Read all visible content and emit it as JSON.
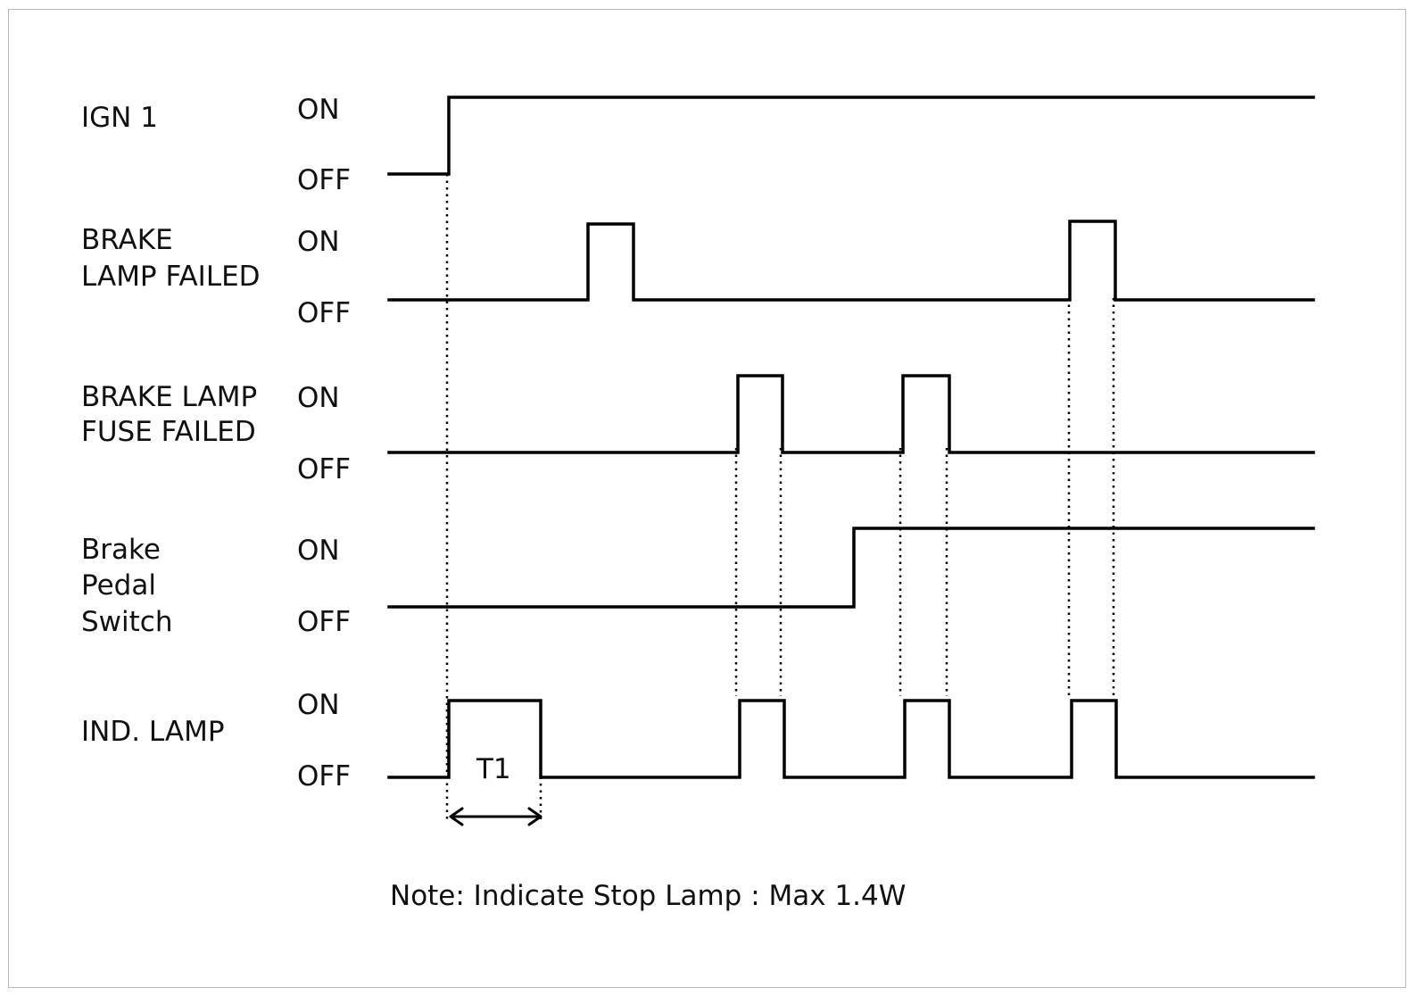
{
  "signals": [
    {
      "label_lines": [
        "IGN 1"
      ],
      "on_label": "ON",
      "off_label": "OFF"
    },
    {
      "label_lines": [
        "BRAKE",
        "LAMP FAILED"
      ],
      "on_label": "ON",
      "off_label": "OFF"
    },
    {
      "label_lines": [
        "BRAKE LAMP",
        "FUSE FAILED"
      ],
      "on_label": "ON",
      "off_label": "OFF"
    },
    {
      "label_lines": [
        "Brake",
        "Pedal",
        "Switch"
      ],
      "on_label": "ON",
      "off_label": "OFF"
    },
    {
      "label_lines": [
        "IND. LAMP"
      ],
      "on_label": "ON",
      "off_label": "OFF"
    }
  ],
  "t1_label": "T1",
  "note": "Note: Indicate Stop Lamp : Max 1.4W"
}
